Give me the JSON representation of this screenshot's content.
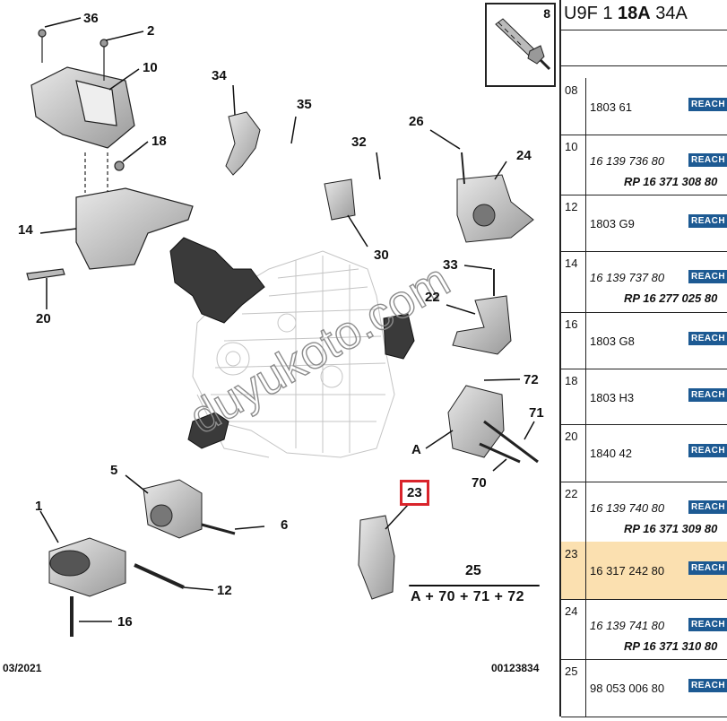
{
  "header": {
    "prefix": "U9F 1 ",
    "bold": "18A",
    "suffix": " 34A"
  },
  "inset": {
    "number": "8"
  },
  "callouts": [
    {
      "id": "c36",
      "text": "36"
    },
    {
      "id": "c2",
      "text": "2"
    },
    {
      "id": "c10",
      "text": "10"
    },
    {
      "id": "c18",
      "text": "18"
    },
    {
      "id": "c14",
      "text": "14"
    },
    {
      "id": "c20",
      "text": "20"
    },
    {
      "id": "c34",
      "text": "34"
    },
    {
      "id": "c35",
      "text": "35"
    },
    {
      "id": "c32",
      "text": "32"
    },
    {
      "id": "c30",
      "text": "30"
    },
    {
      "id": "c26",
      "text": "26"
    },
    {
      "id": "c24",
      "text": "24"
    },
    {
      "id": "c33",
      "text": "33"
    },
    {
      "id": "c22",
      "text": "22"
    },
    {
      "id": "c72",
      "text": "72"
    },
    {
      "id": "c71",
      "text": "71"
    },
    {
      "id": "cA",
      "text": "A"
    },
    {
      "id": "c70",
      "text": "70"
    },
    {
      "id": "c5",
      "text": "5"
    },
    {
      "id": "c1",
      "text": "1"
    },
    {
      "id": "c6",
      "text": "6"
    },
    {
      "id": "c12",
      "text": "12"
    },
    {
      "id": "c16",
      "text": "16"
    },
    {
      "id": "c23",
      "text": "23"
    }
  ],
  "assembly": {
    "number": "25",
    "formula": "A + 70 + 71 + 72"
  },
  "watermark": "duyukoto.com",
  "footer": {
    "date": "03/2021",
    "code": "00123834"
  },
  "parts": [
    {
      "index": "08",
      "ref": "1803 61",
      "ref_italic": false,
      "badge": "REACH"
    },
    {
      "index": "10",
      "ref": "16 139 736 80",
      "ref_italic": true,
      "rp": "RP 16 371 308 80",
      "badge": "REACH"
    },
    {
      "index": "12",
      "ref": "1803 G9",
      "ref_italic": false,
      "badge": "REACH"
    },
    {
      "index": "14",
      "ref": "16 139 737 80",
      "ref_italic": true,
      "rp": "RP 16 277 025 80",
      "badge": "REACH"
    },
    {
      "index": "16",
      "ref": "1803 G8",
      "ref_italic": false,
      "badge": "REACH"
    },
    {
      "index": "18",
      "ref": "1803 H3",
      "ref_italic": false,
      "badge": "REACH"
    },
    {
      "index": "20",
      "ref": "1840 42",
      "ref_italic": false,
      "badge": "REACH"
    },
    {
      "index": "22",
      "ref": "16 139 740 80",
      "ref_italic": true,
      "rp": "RP 16 371 309 80",
      "badge": "REACH"
    },
    {
      "index": "23",
      "ref": "16 317 242 80",
      "ref_italic": false,
      "badge": "REACH",
      "selected": true
    },
    {
      "index": "24",
      "ref": "16 139 741 80",
      "ref_italic": true,
      "rp": "RP 16 371 310 80",
      "badge": "REACH"
    },
    {
      "index": "25",
      "ref": "98 053 006 80",
      "ref_italic": false,
      "badge": "REACH"
    }
  ],
  "colors": {
    "highlight_border": "#d9242b",
    "selected_row": "#fbe0b0",
    "badge_bg": "#1d5a93",
    "part_fill": "#d6d6d6",
    "engine_line": "#bfbfbf"
  }
}
